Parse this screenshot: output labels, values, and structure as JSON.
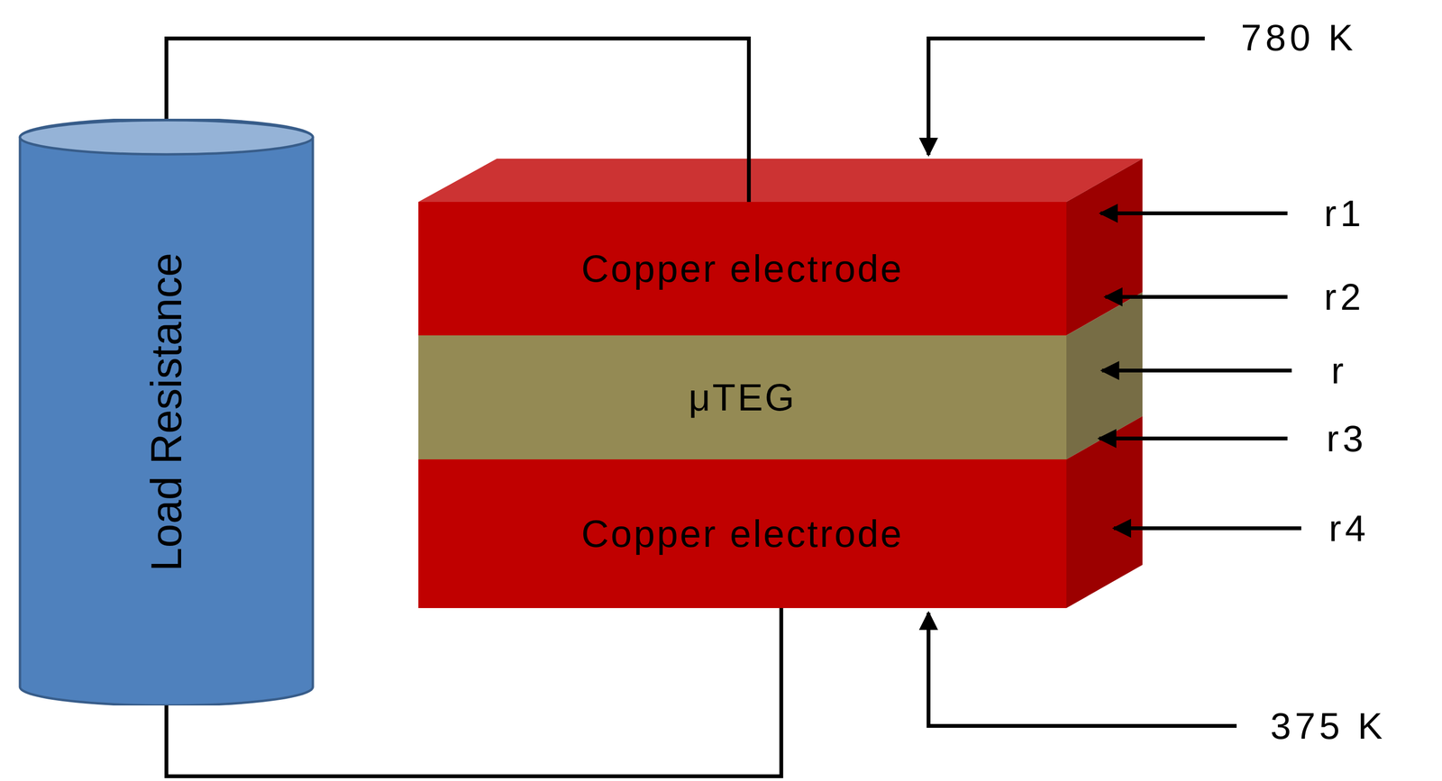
{
  "diagram": {
    "nodes": [
      {
        "text": [
          "Load Resistance"
        ]
      },
      {
        "text": [
          "Copper electrode"
        ]
      },
      {
        "text": [
          "μTEG"
        ]
      },
      {
        "text": [
          "Copper electrode"
        ]
      }
    ],
    "edges": [
      {
        "from": 0,
        "to": 1,
        "arrow": "none"
      },
      {
        "from": 0,
        "to": 3,
        "arrow": "none"
      }
    ],
    "labels": [
      "780 K",
      "r1",
      "r2",
      "r",
      "r3",
      "r4",
      "375 K"
    ]
  }
}
